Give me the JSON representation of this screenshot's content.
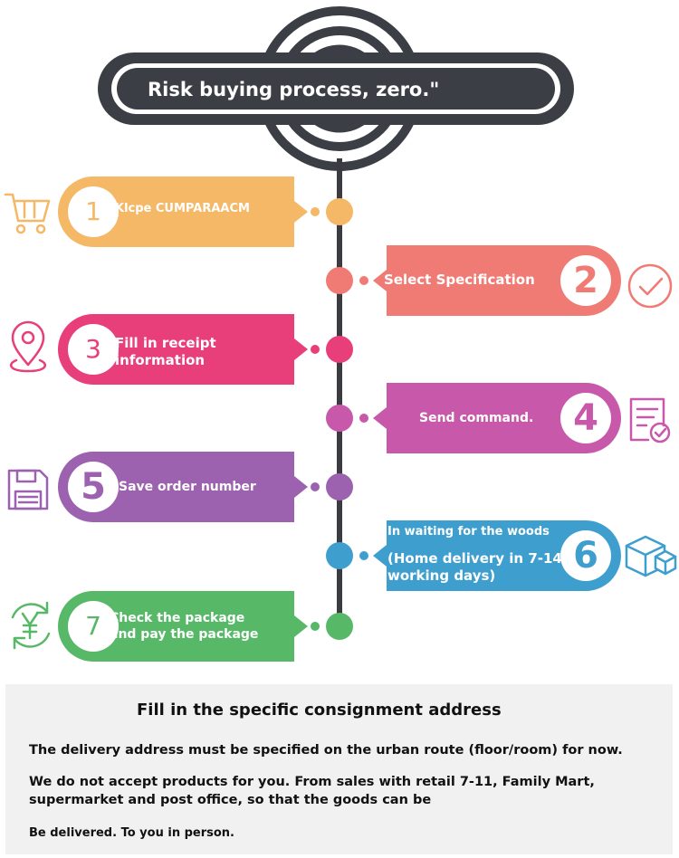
{
  "header": {
    "title": "Risk buying process, zero.\""
  },
  "steps": [
    {
      "number": "1",
      "label": "Klcpe CUMPARAACM",
      "color": "#f4b866",
      "icon": "shopping-cart-icon"
    },
    {
      "number": "2",
      "label": "Select Specification",
      "color": "#ef7b74",
      "icon": "check-circle-icon"
    },
    {
      "number": "3",
      "label_lines": [
        "Fill in receipt",
        "information"
      ],
      "color": "#e83e7a",
      "icon": "location-pin-icon"
    },
    {
      "number": "4",
      "label": "Send command.",
      "color": "#c858aa",
      "icon": "document-check-icon"
    },
    {
      "number": "5",
      "label": "Save order number",
      "color": "#9c62b0",
      "icon": "floppy-disk-icon"
    },
    {
      "number": "6",
      "label_lines": [
        "In waiting for the woods",
        "(Home delivery in 7-14",
        "working days)"
      ],
      "color": "#3e9fcf",
      "icon": "box-package-icon"
    },
    {
      "number": "7",
      "label_lines": [
        "Check the package",
        "and pay the package"
      ],
      "color": "#57b968",
      "icon": "yuan-refresh-icon"
    }
  ],
  "notice": {
    "title": "Fill in the specific consignment address",
    "line1": "The delivery address must be specified on the urban route (floor/room) for now.",
    "line2a": "We do not accept products for you. From sales with retail 7-11, Family Mart,",
    "line2b": "supermarket and post office, so that the goods can be",
    "line3": "Be delivered. To you in person."
  },
  "colors": {
    "dark": "#3c3e45",
    "timeline": "#3a3c42",
    "yellow": "#f4b866",
    "coral": "#ef7b74",
    "pink": "#e83e7a",
    "magenta": "#c858aa",
    "purple": "#9c62b0",
    "blue": "#3e9fcf",
    "green": "#57b968"
  }
}
